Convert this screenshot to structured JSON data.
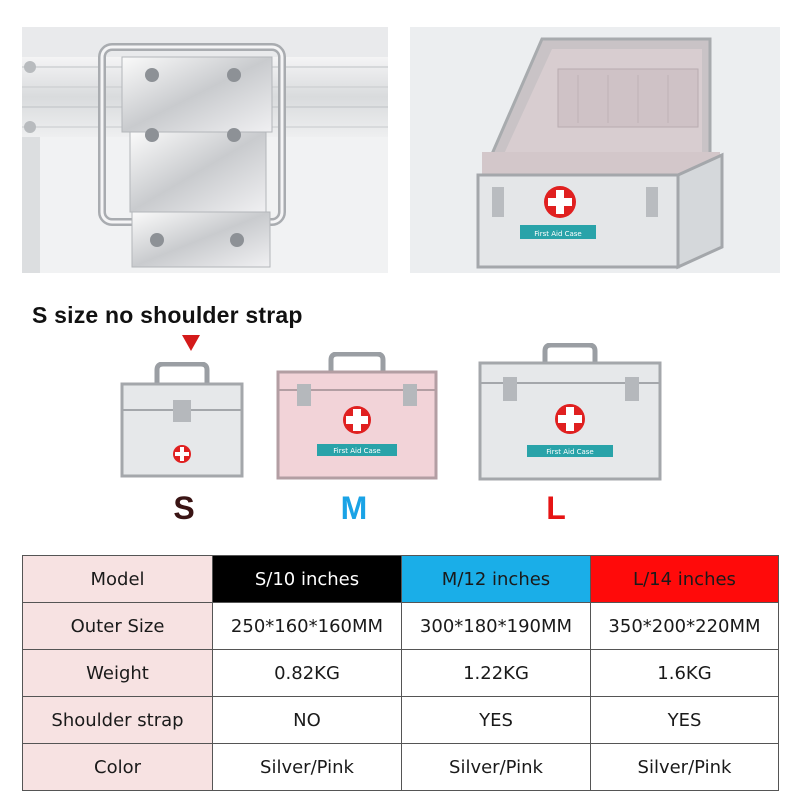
{
  "note": {
    "text": "S size no shoulder strap"
  },
  "sizes": [
    {
      "letter": "S",
      "color": "#3a1414"
    },
    {
      "letter": "M",
      "color": "#1aa3e6"
    },
    {
      "letter": "L",
      "color": "#e61414"
    }
  ],
  "case_label": "First Aid Case",
  "colors": {
    "pink_case": "#f2d3d8",
    "silver_case": "#e8eaec",
    "cross_red": "#e02020",
    "label_teal": "#29a3a9",
    "header_black": "#000000",
    "header_blue": "#1aaee8",
    "header_red": "#ff0a0a",
    "rowhead_pink": "#f7e2e2"
  },
  "table": {
    "header": [
      "Model",
      "S/10 inches",
      "M/12 inches",
      "L/14 inches"
    ],
    "rows": [
      [
        "Outer Size",
        "250*160*160MM",
        "300*180*190MM",
        "350*200*220MM"
      ],
      [
        "Weight",
        "0.82KG",
        "1.22KG",
        "1.6KG"
      ],
      [
        "Shoulder strap",
        "NO",
        "YES",
        "YES"
      ],
      [
        "Color",
        "Silver/Pink",
        "Silver/Pink",
        "Silver/Pink"
      ]
    ]
  }
}
